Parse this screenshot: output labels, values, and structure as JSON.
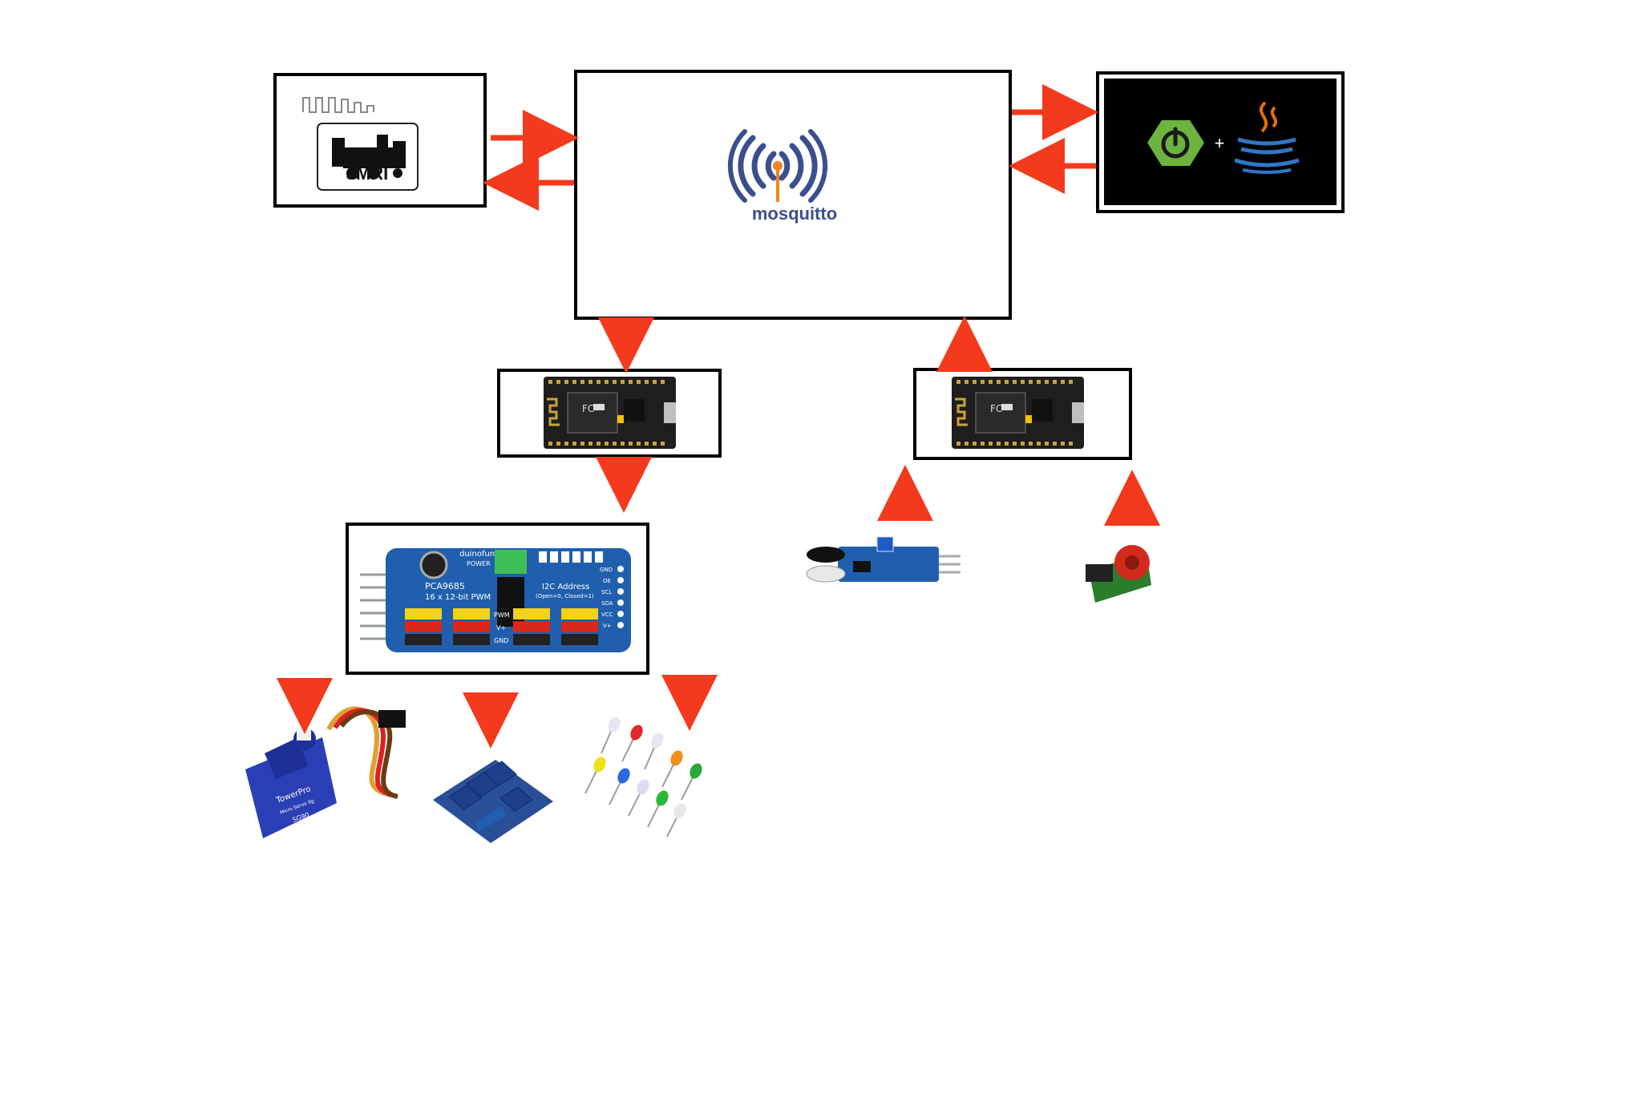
{
  "diagram": {
    "colors": {
      "arrow": "#f43a1c",
      "box_border": "#000000",
      "pcb_dark": "#1e1e1e",
      "pcb_blue": "#1f5fae",
      "mosquitto_blue": "#3b4f8f",
      "mosquitto_orange": "#f58220",
      "spring_green": "#6db33f",
      "java_red": "#e76f00",
      "java_blue": "#2f76c7"
    },
    "jmri": {
      "logo_text": "JMRI",
      "icon": "locomotive-icon"
    },
    "broker": {
      "logo_text": "mosquitto",
      "icon": "mqtt-broadcast-icon"
    },
    "backend": {
      "plus": "+",
      "spring_icon": "spring-power-icon",
      "java_icon": "java-cup-icon"
    },
    "controller_out": {
      "icon": "esp8266-nodemcu-icon"
    },
    "controller_in": {
      "icon": "esp8266-nodemcu-icon"
    },
    "pwm_driver": {
      "chip_label": "PCA9685",
      "spec_label": "16 x 12-bit PWM",
      "brand": "duinofun",
      "power_label": "POWER",
      "addr_label": "I2C Address",
      "addr_sub": "(Open=0, Closed=1)",
      "pins": [
        "GND",
        "OE",
        "SCL",
        "SDA",
        "VCC",
        "V+"
      ],
      "row_labels": [
        "PWM",
        "V+",
        "GND"
      ]
    },
    "ir_sensor": {
      "icon": "ir-sensor-icon"
    },
    "current_sensor": {
      "icon": "current-sensor-icon"
    },
    "servo": {
      "brand": "TowerPro",
      "model": "SG90",
      "subtitle": "Micro Servo 9g"
    },
    "relay": {
      "icon": "relay-board-icon"
    },
    "leds": {
      "icon": "led-set-icon"
    }
  }
}
